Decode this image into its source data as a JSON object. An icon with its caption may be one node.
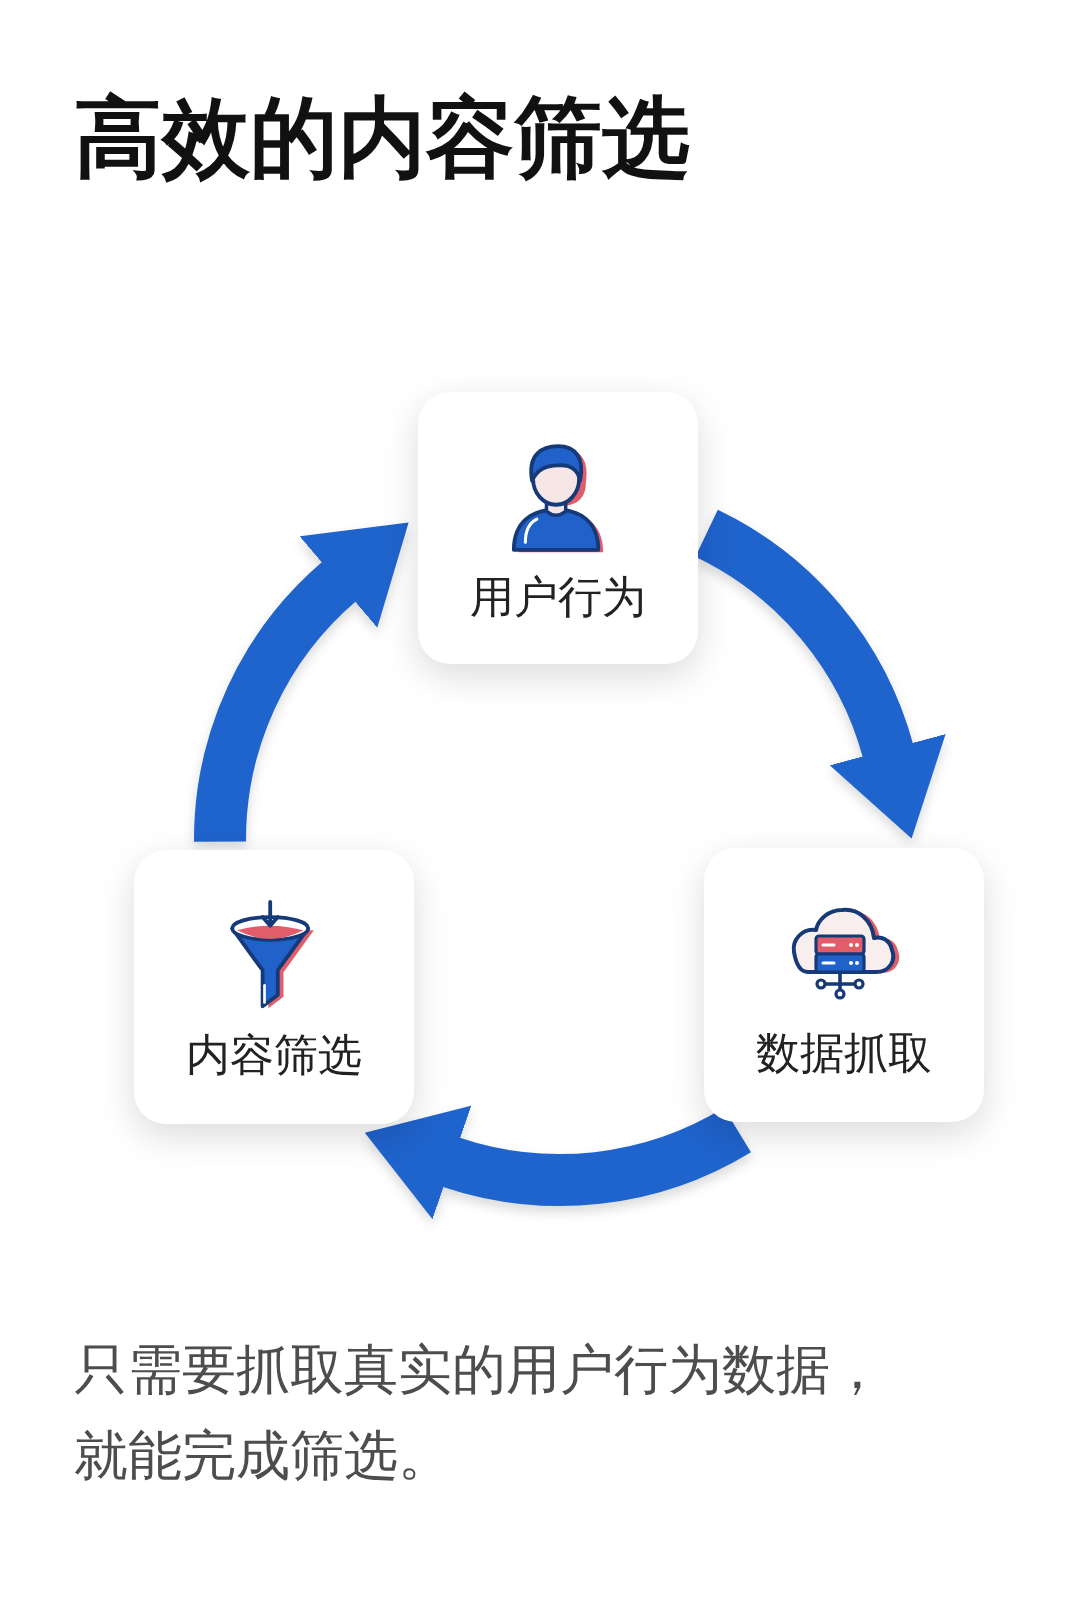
{
  "diagram": {
    "title": "高效的内容筛选",
    "nodes": [
      {
        "text": [
          "用户行为"
        ]
      },
      {
        "text": [
          "数据抓取"
        ]
      },
      {
        "text": [
          "内容筛选"
        ]
      }
    ],
    "edges": [
      {
        "from": 0,
        "to": 1,
        "arrow": "to"
      },
      {
        "from": 1,
        "to": 2,
        "arrow": "to"
      },
      {
        "from": 2,
        "to": 0,
        "arrow": "to"
      }
    ],
    "caption": "只需要抓取真实的用户行为数据，就能完成筛选。"
  }
}
